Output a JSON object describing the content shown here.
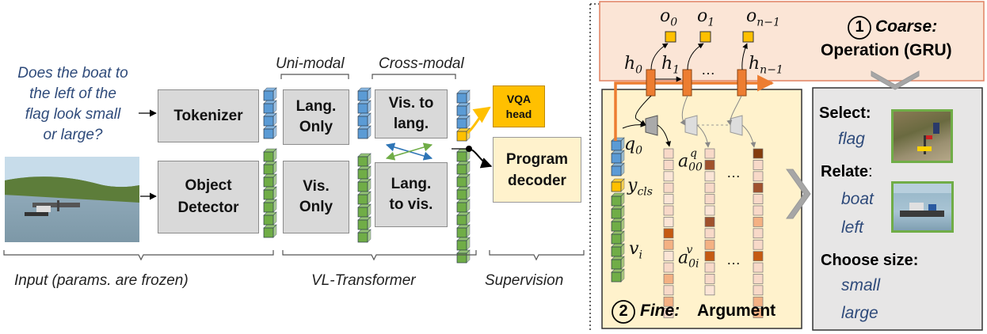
{
  "question": [
    "Does the boat to",
    "the left of the",
    "flag look small",
    "or large?"
  ],
  "blocks": {
    "tokenizer": "Tokenizer",
    "object_detector": [
      "Object",
      "Detector"
    ],
    "lang_only": [
      "Lang.",
      "Only"
    ],
    "vis_only": [
      "Vis.",
      "Only"
    ],
    "vis_to_lang": [
      "Vis. to",
      "lang."
    ],
    "lang_to_vis": [
      "Lang.",
      "to vis."
    ],
    "vqa_head": [
      "VQA",
      "head"
    ],
    "program_decoder": [
      "Program",
      "decoder"
    ]
  },
  "headers": {
    "uni_modal": "Uni-modal",
    "cross_modal": "Cross-modal"
  },
  "bottom_labels": {
    "input": "Input (params. are frozen)",
    "vl_transformer": "VL-Transformer",
    "supervision": "Supervision"
  },
  "coarse": {
    "number": "1",
    "title": "Coarse:",
    "subtitle": "Operation (GRU)"
  },
  "fine": {
    "number": "2",
    "title": "Fine:",
    "subtitle": "Argument"
  },
  "math_labels": {
    "o": [
      "o",
      "0",
      "o",
      "1",
      "o",
      "n−1"
    ],
    "h": [
      "h",
      "0",
      "h",
      "1",
      "h",
      "n−1"
    ],
    "dots": "…",
    "q0": [
      "q",
      "0"
    ],
    "ycls": [
      "y",
      "cls"
    ],
    "vi": [
      "v",
      "i"
    ],
    "a_q": [
      "a",
      "00",
      "q"
    ],
    "a_v": [
      "a",
      "0i",
      "v"
    ]
  },
  "program": {
    "select_label": "Select:",
    "select_args": [
      "flag"
    ],
    "relate_label": "Relate",
    "relate_colon": ":",
    "relate_args": [
      "boat",
      "left"
    ],
    "choose_label": "Choose size:",
    "choose_args": [
      "small",
      "large"
    ]
  },
  "colors": {
    "blue_token": "#5b9bd5",
    "green_token": "#70ad47",
    "orange": "#ed7d31",
    "yellow": "#ffc000",
    "coarse_bg": "#fbe5d6",
    "fine_bg": "#fff2cc",
    "program_bg": "#e7e6e6",
    "navy_text": "#2e4a7a"
  },
  "attention_column_q": [
    "#f8d9c8",
    "#f8d9c8",
    "#fbe5d6",
    "#f8d9c8",
    "#fbe5d6",
    "#f8d9c8",
    "#fbe5d6",
    "#c55a11",
    "#f4b183",
    "#fbe5d6",
    "#f8d9c8",
    "#f4b183",
    "#f8d9c8",
    "#f4b183",
    "#f8d9c8"
  ],
  "attention_column_2": [
    "#f8d9c8",
    "#a0522d",
    "#fbe5d6",
    "#f8d9c8",
    "#f8d9c8",
    "#fbe5d6",
    "#a0522d",
    "#f8d9c8",
    "#f4b183",
    "#c55a11",
    "#f8d9c8",
    "#f8d9c8",
    "#fbe5d6"
  ],
  "attention_column_3": [
    "#843c0c",
    "#f8d9c8",
    "#f8d9c8",
    "#a0522d",
    "#f8d9c8",
    "#f8d9c8",
    "#f4b183",
    "#f8d9c8",
    "#f8d9c8",
    "#c55a11",
    "#f8d9c8",
    "#f8d9c8",
    "#f8d9c8",
    "#f4b183",
    "#f4b183"
  ]
}
